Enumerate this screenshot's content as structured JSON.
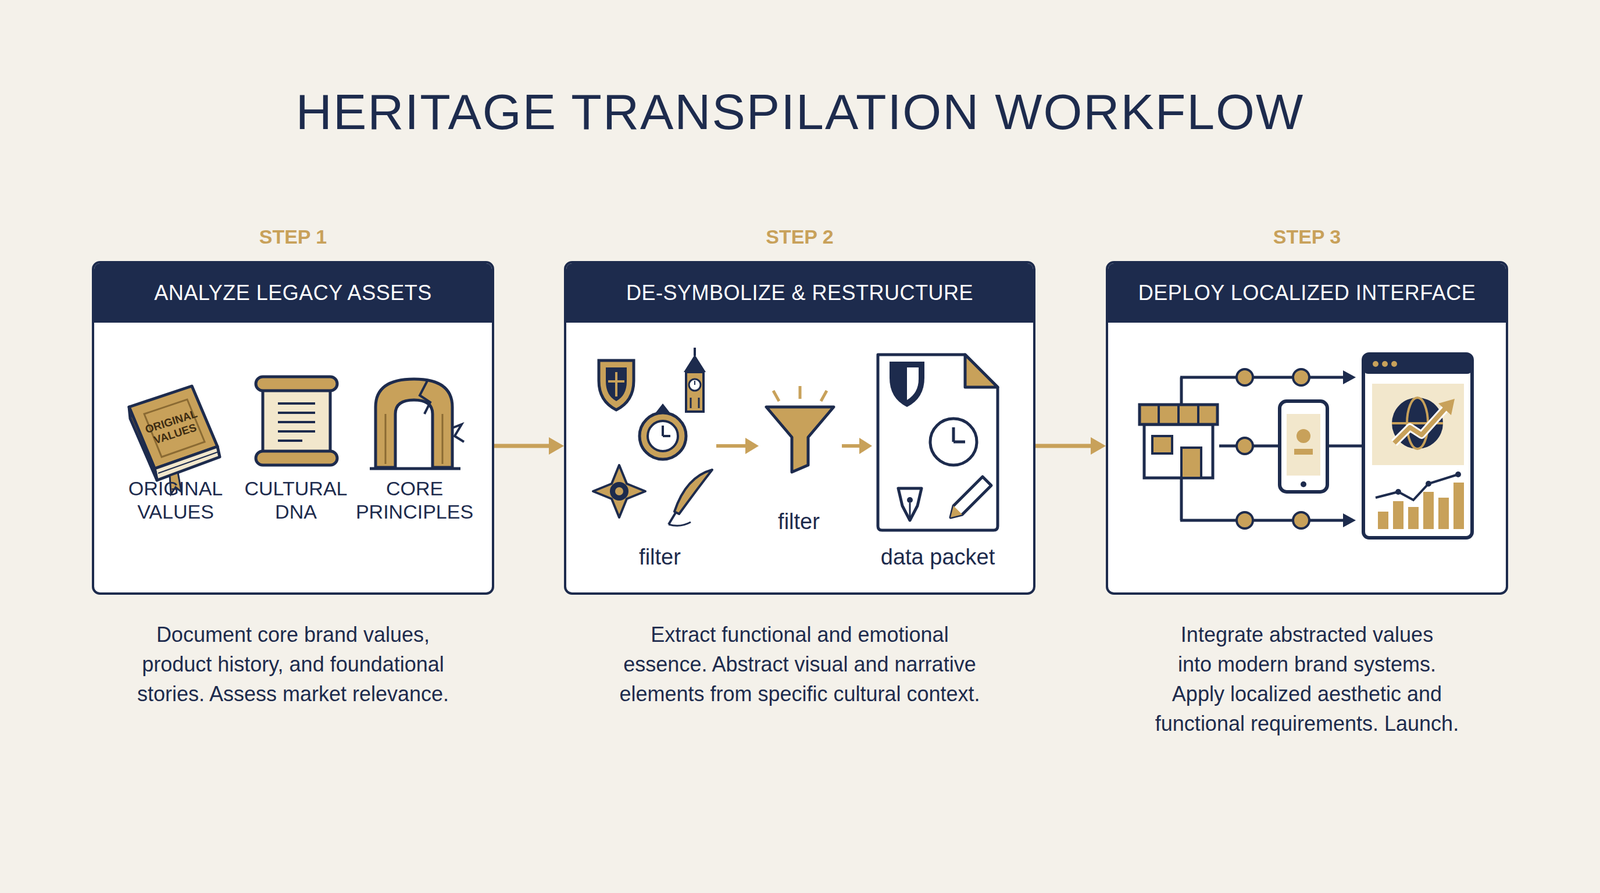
{
  "diagram": {
    "title": "HERITAGE TRANSPILATION WORKFLOW",
    "nodes": [
      {
        "text": [
          "STEP 1",
          "ANALYZE LEGACY ASSETS",
          "Document core brand values, product history, and foundational stories. Assess market relevance."
        ]
      },
      {
        "text": [
          "STEP 2",
          "DE-SYMBOLIZE & RESTRUCTURE",
          "Extract functional and emotional essence. Abstract visual and narrative elements from specific cultural context."
        ]
      },
      {
        "text": [
          "STEP 3",
          "DEPLOY LOCALIZED INTERFACE",
          "Integrate abstracted values into modern brand systems. Apply localized aesthetic and functional requirements. Launch."
        ]
      }
    ],
    "edges": [
      {
        "from": 0,
        "to": 1,
        "arrow": "to"
      },
      {
        "from": 1,
        "to": 2,
        "arrow": "to"
      }
    ],
    "labels": [
      "ORIGINAL VALUES",
      "ORIGINAL VALUES",
      "CULTURAL DNA",
      "CORE PRINCIPLES",
      "filter",
      "filter",
      "data packet"
    ]
  }
}
